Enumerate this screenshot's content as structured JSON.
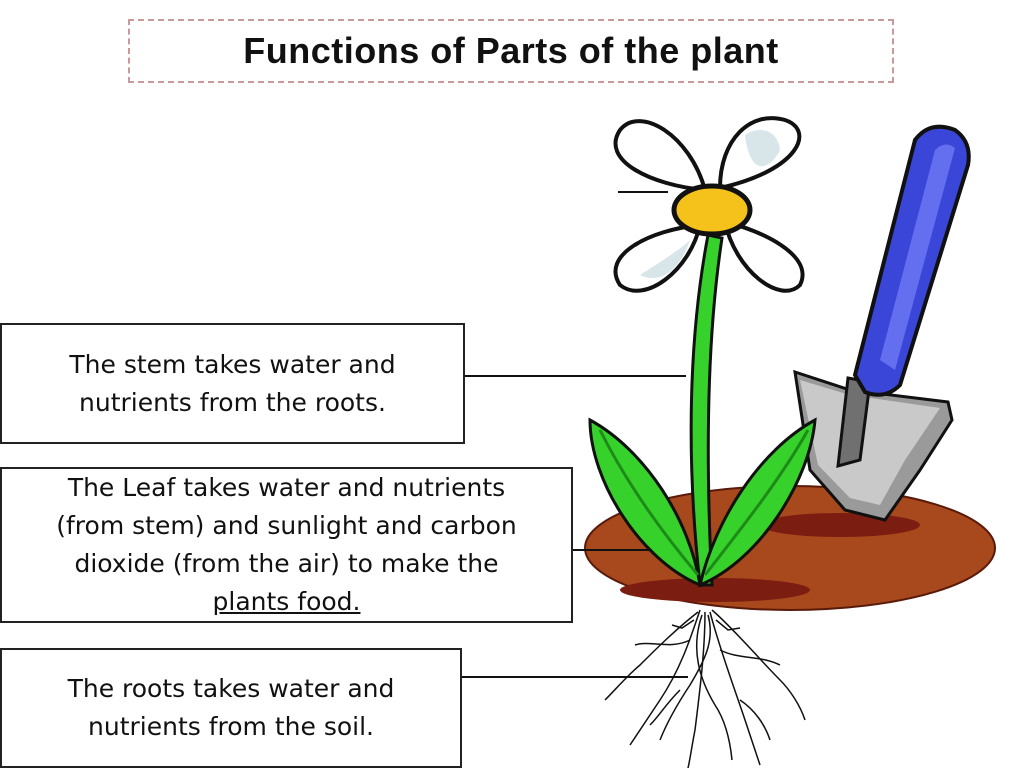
{
  "title": "Functions  of Parts of the plant",
  "labels": {
    "stem": {
      "line1": "The stem takes water and",
      "line2": "nutrients from the roots."
    },
    "leaf": {
      "line1": "The Leaf takes water and nutrients",
      "line2": "(from stem) and sunlight and carbon",
      "line3": "dioxide (from the air) to make the",
      "line4": "plants food."
    },
    "roots": {
      "line1": "The roots takes water and",
      "line2": "nutrients from the soil."
    }
  },
  "colors": {
    "petal_outline": "#111111",
    "petal_shade": "#d8e6ea",
    "flower_center": "#f4c21a",
    "stem_leaf": "#37d12c",
    "soil": "#a8481d",
    "soil_shadow": "#7b1d10",
    "trowel_handle": "#3a46d8",
    "trowel_blade": "#8f8f8f"
  },
  "icons": [
    "flower-icon",
    "trowel-icon",
    "roots-icon",
    "soil-icon"
  ]
}
